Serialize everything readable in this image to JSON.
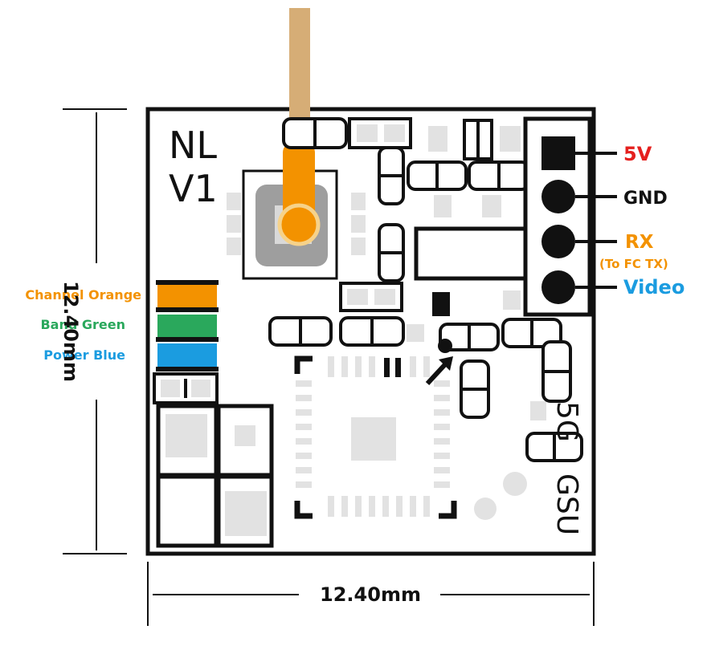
{
  "board": {
    "label_line1": "NL",
    "label_line2": "V1",
    "silk_a": "5G",
    "silk_b": "GSU"
  },
  "pins": [
    {
      "label": "5V",
      "color": "#e5201e"
    },
    {
      "label": "GND",
      "color": "#111111"
    },
    {
      "label": "RX",
      "color": "#f39200"
    },
    {
      "label": "Video",
      "color": "#1b9ce0"
    }
  ],
  "rx_note": "(To FC TX)",
  "indicators": [
    {
      "label": "Channel Orange",
      "color": "#f39200"
    },
    {
      "label": "Band Green",
      "color": "#2aa85c"
    },
    {
      "label": "Power Blue",
      "color": "#1b9ce0"
    }
  ],
  "dimensions": {
    "height": "12.40mm",
    "width": "12.40mm"
  },
  "colors": {
    "antenna_wire": "#d6ad76",
    "antenna_tip": "#f39200",
    "pad_grey": "#e2e2e2",
    "pad_dark": "#9e9e9e",
    "outline": "#111111"
  }
}
